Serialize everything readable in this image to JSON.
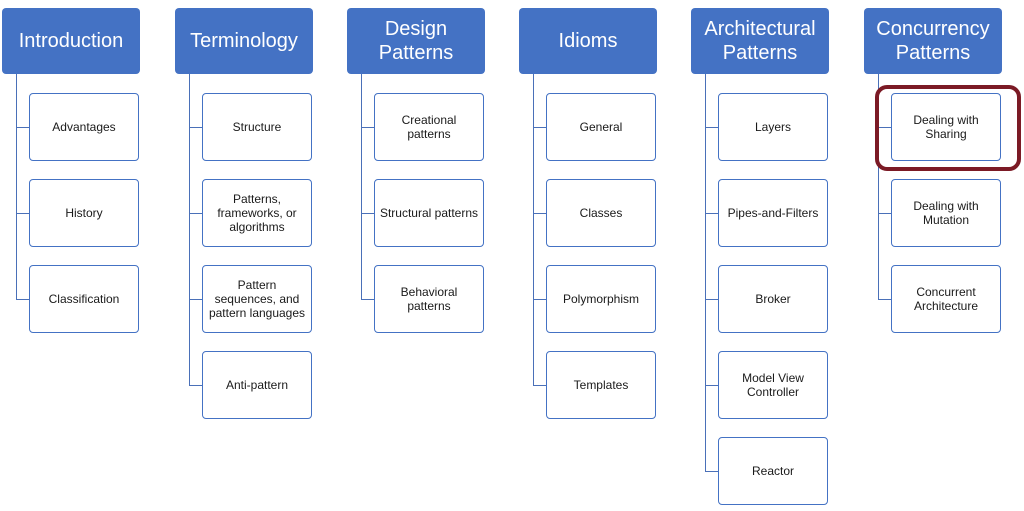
{
  "highlight_color": "#7b1a25",
  "header_color": "#4472c4",
  "columns": [
    {
      "title": "Introduction",
      "items": [
        "Advantages",
        "History",
        "Classification"
      ]
    },
    {
      "title": "Terminology",
      "items": [
        "Structure",
        "Patterns,\nframeworks, or\nalgorithms",
        "Pattern\nsequences, and\npattern languages",
        "Anti-pattern"
      ]
    },
    {
      "title": "Design\nPatterns",
      "items": [
        "Creational\npatterns",
        "Structural patterns",
        "Behavioral\npatterns"
      ]
    },
    {
      "title": "Idioms",
      "items": [
        "General",
        "Classes",
        "Polymorphism",
        "Templates"
      ]
    },
    {
      "title": "Architectural\nPatterns",
      "items": [
        "Layers",
        "Pipes-and-Filters",
        "Broker",
        "Model View\nController",
        "Reactor"
      ]
    },
    {
      "title": "Concurrency\nPatterns",
      "items": [
        "Dealing with\nSharing",
        "Dealing with\nMutation",
        "Concurrent\nArchitecture"
      ]
    }
  ],
  "highlighted": {
    "column": 5,
    "item": 0
  }
}
